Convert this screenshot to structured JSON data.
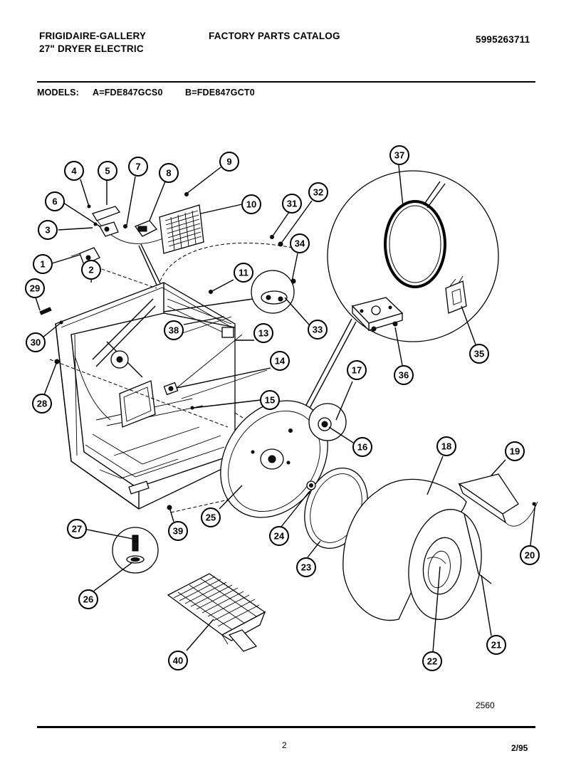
{
  "header": {
    "brand": "FRIGIDAIRE-GALLERY",
    "product": "27\" DRYER ELECTRIC",
    "catalog_title": "FACTORY PARTS CATALOG",
    "catalog_number": "5995263711"
  },
  "models": {
    "label": "MODELS:",
    "model_a": "A=FDE847GCS0",
    "model_b": "B=FDE847GCT0"
  },
  "diagram": {
    "callouts": [
      "1",
      "2",
      "3",
      "4",
      "5",
      "6",
      "7",
      "8",
      "9",
      "10",
      "11",
      "13",
      "14",
      "15",
      "16",
      "17",
      "18",
      "19",
      "20",
      "21",
      "22",
      "23",
      "24",
      "25",
      "26",
      "27",
      "28",
      "29",
      "30",
      "31",
      "32",
      "33",
      "34",
      "35",
      "36",
      "37",
      "38",
      "39",
      "40"
    ],
    "figure_number": "2560"
  },
  "footer": {
    "page_number": "2",
    "date": "2/95"
  }
}
